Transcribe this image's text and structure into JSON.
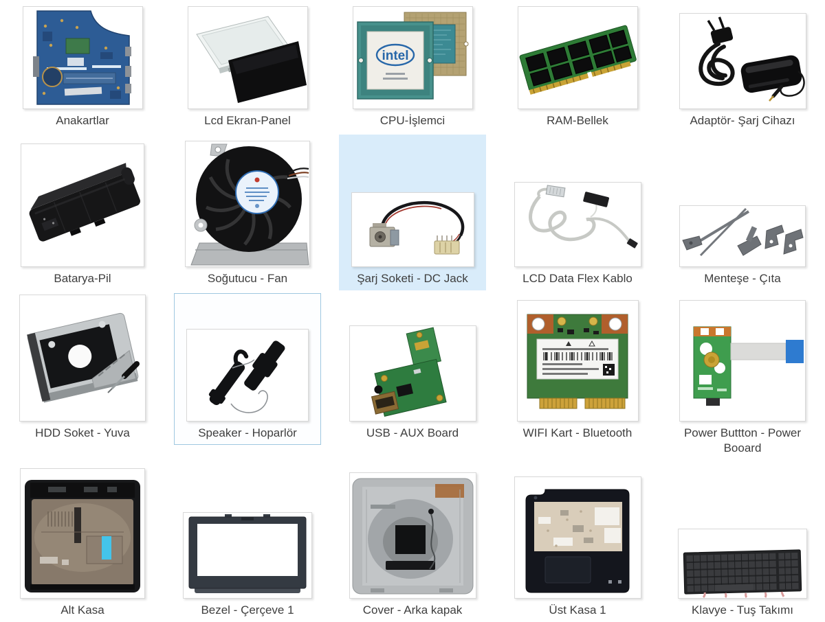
{
  "page": {
    "background_color": "#ffffff"
  },
  "colors": {
    "highlight_background": "#d9ecfa",
    "selection_border": "#9ec7e0",
    "label_text": "#3e3e3e",
    "thumbnail_border": "#d8d8d8"
  },
  "grid": {
    "rows": [
      {
        "items": [
          {
            "id": "anakartlar",
            "label": "Anakartlar",
            "image": "motherboard",
            "state": "normal"
          },
          {
            "id": "lcd-ekran-panel",
            "label": "Lcd Ekran-Panel",
            "image": "lcd-screen-panel",
            "state": "normal"
          },
          {
            "id": "cpu-islemci",
            "label": "CPU-İşlemci",
            "image": "cpu-processor",
            "brand_text": "intel",
            "state": "normal"
          },
          {
            "id": "ram-bellek",
            "label": "RAM-Bellek",
            "image": "ram-module",
            "state": "normal"
          },
          {
            "id": "adaptor-sarj-cihazi",
            "label": "Adaptör- Şarj Cihazı",
            "image": "power-adapter",
            "state": "normal"
          }
        ]
      },
      {
        "items": [
          {
            "id": "batarya-pil",
            "label": "Batarya-Pil",
            "image": "battery",
            "state": "normal"
          },
          {
            "id": "sogutucu-fan",
            "label": "Soğutucu - Fan",
            "image": "cooling-fan",
            "state": "normal"
          },
          {
            "id": "sarj-soketi-dc-jack",
            "label": "Şarj Soketi - DC Jack",
            "image": "dc-jack",
            "state": "highlighted"
          },
          {
            "id": "lcd-data-flex-kablo",
            "label": "LCD Data Flex Kablo",
            "image": "lcd-flex-cable",
            "state": "normal"
          },
          {
            "id": "mentese-cita",
            "label": "Menteşe - Çıta",
            "image": "hinges",
            "state": "normal"
          }
        ]
      },
      {
        "items": [
          {
            "id": "hdd-soket-yuva",
            "label": "HDD Soket - Yuva",
            "image": "hdd-caddy",
            "state": "normal"
          },
          {
            "id": "speaker-hoparlor",
            "label": "Speaker - Hoparlör",
            "image": "speakers",
            "state": "selected"
          },
          {
            "id": "usb-aux-board",
            "label": "USB - AUX Board",
            "image": "usb-aux-board",
            "state": "normal"
          },
          {
            "id": "wifi-kart-bluetooth",
            "label": "WIFI Kart - Bluetooth",
            "image": "wifi-card",
            "state": "normal"
          },
          {
            "id": "power-button-board",
            "label": "Power Buttton - Power Booard",
            "image": "power-button-board",
            "state": "normal"
          }
        ]
      },
      {
        "items": [
          {
            "id": "alt-kasa",
            "label": "Alt Kasa",
            "image": "bottom-case",
            "state": "normal"
          },
          {
            "id": "bezel-cerceve-1",
            "label": "Bezel - Çerçeve 1",
            "image": "bezel-frame",
            "state": "normal"
          },
          {
            "id": "cover-arka-kapak",
            "label": "Cover - Arka kapak",
            "image": "back-cover",
            "state": "normal"
          },
          {
            "id": "ust-kasa-1",
            "label": "Üst Kasa 1",
            "image": "top-case",
            "state": "normal"
          },
          {
            "id": "klavye-tus-takimi",
            "label": "Klavye - Tuş Takımı",
            "image": "keyboard",
            "state": "normal"
          }
        ]
      }
    ]
  }
}
